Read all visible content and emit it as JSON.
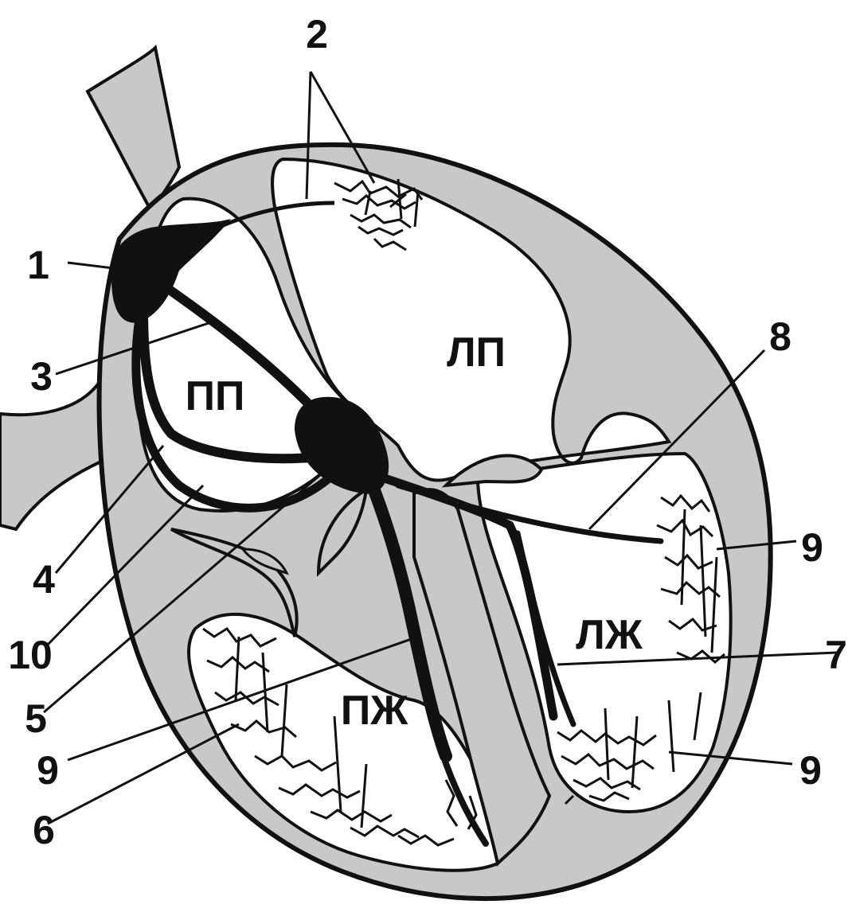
{
  "numbers": {
    "n1": "1",
    "n2": "2",
    "n3": "3",
    "n4": "4",
    "n5": "5",
    "n6": "6",
    "n7": "7",
    "n8": "8",
    "n9": "9",
    "n10": "10"
  },
  "chambers": {
    "right_atrium": "ПП",
    "left_atrium": "ЛП",
    "right_ventricle": "ПЖ",
    "left_ventricle": "ЛЖ"
  },
  "colors": {
    "wall": "#c8c8c8",
    "outline": "#111111",
    "conduction": "#111111",
    "background": "#ffffff"
  }
}
